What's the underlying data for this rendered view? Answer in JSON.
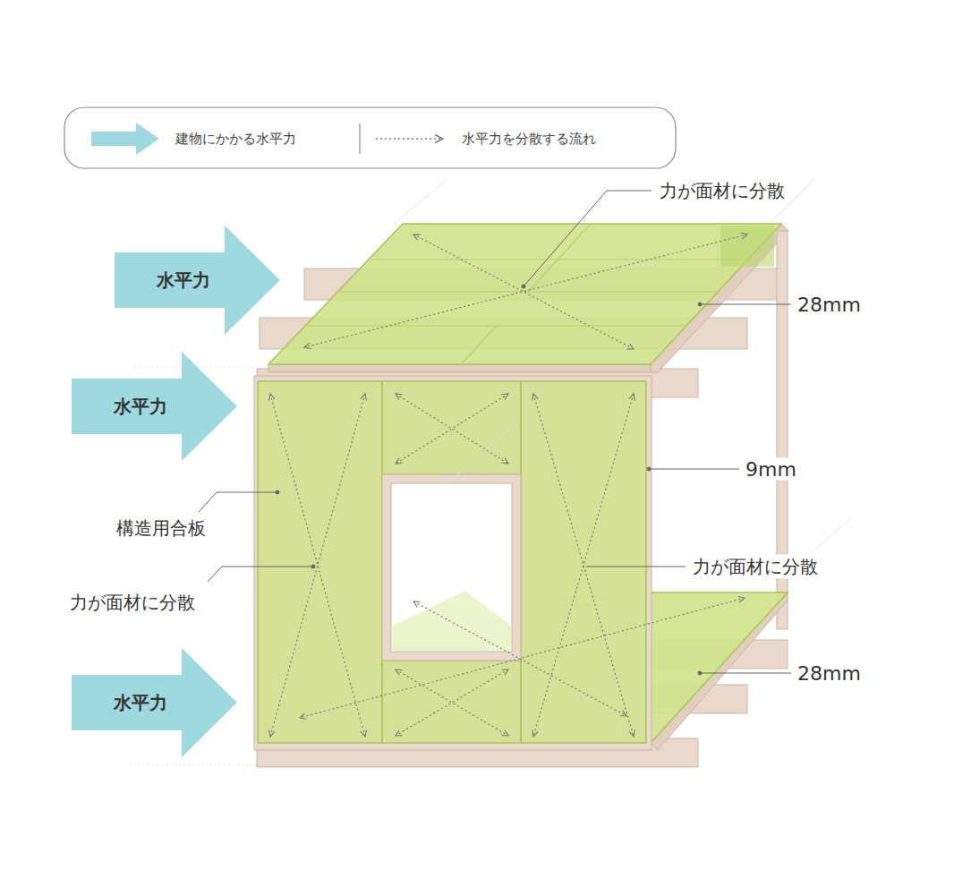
{
  "diagram": {
    "nodes": [
      {
        "text": [
          "水平力"
        ]
      },
      {
        "text": [
          "水平力"
        ]
      },
      {
        "text": [
          "水平力"
        ]
      }
    ],
    "labels": [
      "力が面材に分散",
      "28mm",
      "9mm",
      "構造用合板",
      "力が面材に分散",
      "力が面材に分散",
      "28mm"
    ],
    "legend": [
      {
        "text": "建物にかかる水平力",
        "color": "#9dd9df"
      },
      {
        "text": "水平力を分散する流れ"
      }
    ]
  }
}
